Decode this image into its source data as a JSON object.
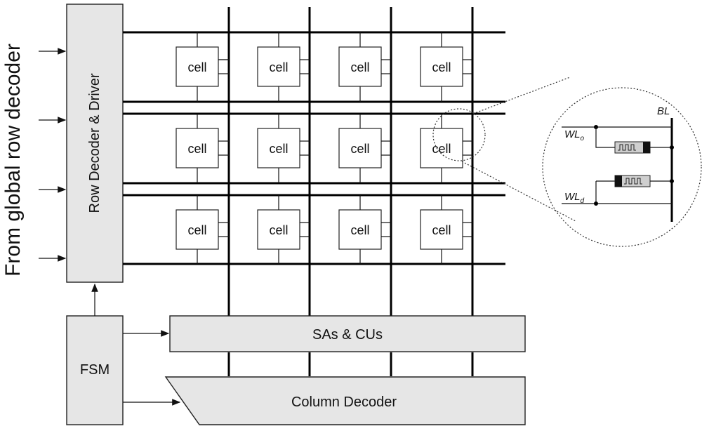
{
  "left_label": "From global row decoder",
  "row_decoder": "Row Decoder & Driver",
  "fsm": "FSM",
  "sas_cus": "SAs & CUs",
  "column_decoder": "Column Decoder",
  "cell_label": "cell",
  "zoom_labels": {
    "bl": "BL",
    "wl_o_main": "WL",
    "wl_o_sub": "o",
    "wl_d_main": "WL",
    "wl_d_sub": "d"
  }
}
